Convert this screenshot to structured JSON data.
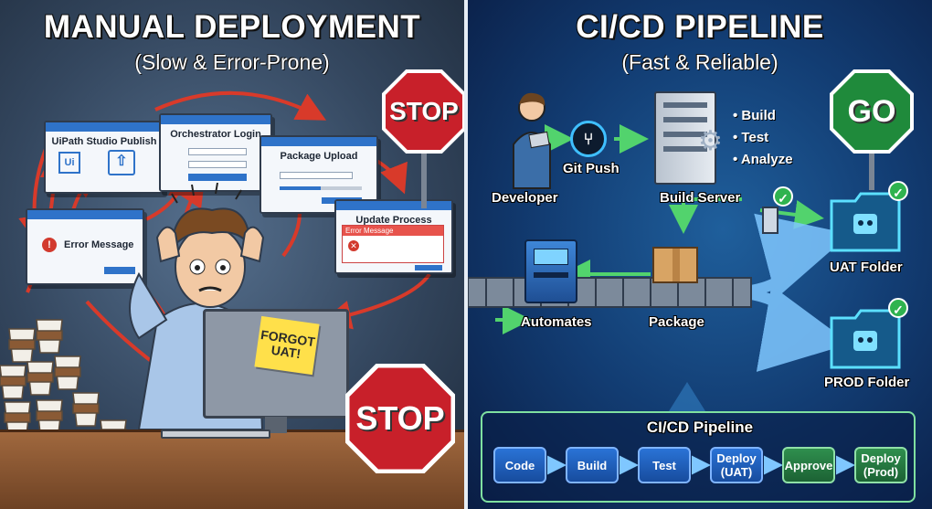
{
  "left": {
    "title": "MANUAL DEPLOYMENT",
    "subtitle": "(Slow & Error-Prone)",
    "windows": {
      "uipath": "UiPath Studio Publish",
      "uipath_icon": "Ui",
      "orchestrator": "Orchestrator Login",
      "package_upload": "Package Upload",
      "update_process": "Update Process",
      "update_error": "Error Message",
      "error_message": "Error Message"
    },
    "stop_top": "STOP",
    "stop_bottom": "STOP",
    "sticky_note": "FORGOT UAT!"
  },
  "right": {
    "title": "CI/CD PIPELINE",
    "subtitle": "(Fast & Reliable)",
    "go_sign": "GO",
    "developer": "Developer",
    "git_push": "Git Push",
    "build_server": "Build Server",
    "build_steps": [
      "Build",
      "Test",
      "Analyze"
    ],
    "automates": "Automates",
    "package": "Package",
    "uat_folder": "UAT Folder",
    "prod_folder": "PROD Folder",
    "pipeline": {
      "title": "CI/CD Pipeline",
      "steps": [
        {
          "label": "Code",
          "tone": "blue"
        },
        {
          "label": "Build",
          "tone": "blue"
        },
        {
          "label": "Test",
          "tone": "blue"
        },
        {
          "label": "Deploy\n(UAT)",
          "tone": "blue"
        },
        {
          "label": "Approve",
          "tone": "green"
        },
        {
          "label": "Deploy\n(Prod)",
          "tone": "green"
        }
      ]
    }
  },
  "colors": {
    "stop_red": "#c8202a",
    "go_green": "#1f8a3b",
    "arrow_red": "#d83a2a",
    "arrow_green": "#52d36d",
    "pipeline_border": "#7fe0a0"
  }
}
